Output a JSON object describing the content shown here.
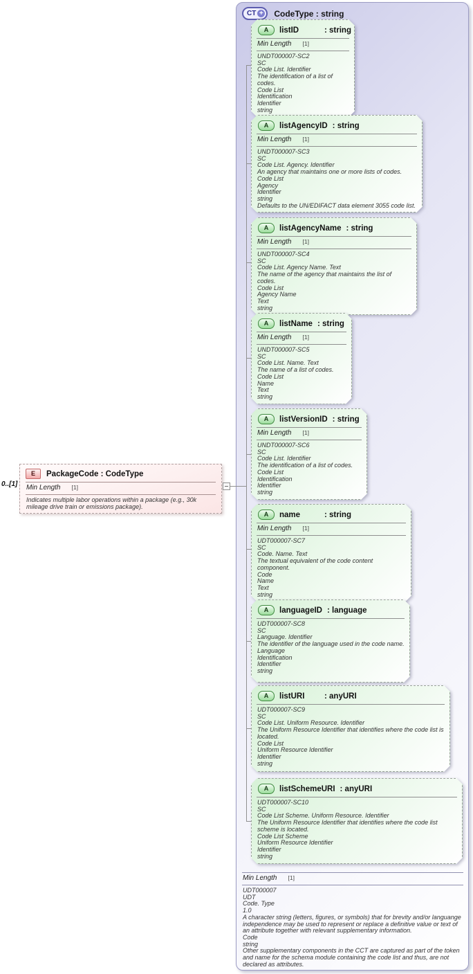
{
  "container": {
    "badge": "CT",
    "badge_plus": "+",
    "title": "CodeType : string",
    "footer": {
      "facet_label": "Min Length",
      "facet_card": "[1]",
      "desc": "UDT000007\nUDT\nCode. Type\n1.0\nA character string (letters, figures, or symbols) that for brevity and/or languange independence may be used to represent or replace a definitive value or text of an attribute together with relevant supplementary information.\nCode\nstring\nOther supplementary components in the CCT are captured as part of the token and name for the schema module containing the code list and thus, are not declared as attributes."
    }
  },
  "attributes": [
    {
      "badge": "A",
      "name": "listID",
      "type": ": string",
      "facet_label": "Min Length",
      "facet_card": "[1]",
      "desc": "UNDT000007-SC2\nSC\nCode List. Identifier\nThe identification of a list of codes.\nCode List\nIdentification\nIdentifier\nstring"
    },
    {
      "badge": "A",
      "name": "listAgencyID",
      "type": ": string",
      "facet_label": "Min Length",
      "facet_card": "[1]",
      "desc": "UNDT000007-SC3\nSC\nCode List. Agency. Identifier\nAn agency that maintains one or more lists of codes.\nCode List\nAgency\nIdentifier\nstring\nDefaults to the UN/EDIFACT data element 3055 code list."
    },
    {
      "badge": "A",
      "name": "listAgencyName",
      "type": ": string",
      "facet_label": "Min Length",
      "facet_card": "[1]",
      "desc": "UNDT000007-SC4\nSC\nCode List. Agency Name. Text\nThe name of the agency that maintains the list of codes.\nCode List\nAgency Name\nText\nstring"
    },
    {
      "badge": "A",
      "name": "listName",
      "type": ": string",
      "facet_label": "Min Length",
      "facet_card": "[1]",
      "desc": "UNDT000007-SC5\nSC\nCode List. Name. Text\nThe name of a list of codes.\nCode List\nName\nText\nstring"
    },
    {
      "badge": "A",
      "name": "listVersionID",
      "type": ": string",
      "facet_label": "Min Length",
      "facet_card": "[1]",
      "desc": "UNDT000007-SC6\nSC\nCode List. Identifier\nThe identification of a list of codes.\nCode List\nIdentification\nIdentifier\nstring"
    },
    {
      "badge": "A",
      "name": "name",
      "type": ": string",
      "facet_label": "Min Length",
      "facet_card": "[1]",
      "desc": "UDT000007-SC7\nSC\nCode. Name. Text\nThe textual equivalent of the code content component.\nCode\nName\nText\nstring"
    },
    {
      "badge": "A",
      "name": "languageID",
      "type": ": language",
      "desc": "UDT000007-SC8\nSC\nLanguage. Identifier\nThe identifier of the language used in the code name.\nLanguage\nIdentification\nIdentifier\nstring"
    },
    {
      "badge": "A",
      "name": "listURI",
      "type": ": anyURI",
      "desc": "UDT000007-SC9\nSC\nCode List. Uniform Resource. Identifier\nThe Uniform Resource Identifier that identifies where the code list is located.\nCode List\nUniform Resource Identifier\nIdentifier\nstring"
    },
    {
      "badge": "A",
      "name": "listSchemeURI",
      "type": ": anyURI",
      "desc": "UDT000007-SC10\nSC\nCode List Scheme. Uniform Resource. Identifier\nThe Uniform Resource Identifier that identifies where the code list scheme is located.\nCode List Scheme\nUniform Resource Identifier\nIdentifier\nstring"
    }
  ],
  "element": {
    "cardinality": "0..[1]",
    "badge": "E",
    "title": "PackageCode : CodeType",
    "facet_label": "Min Length",
    "facet_card": "[1]",
    "desc": "Indicates multiple labor operations within a package (e.g., 30k mileage drive train or emissions package)."
  }
}
